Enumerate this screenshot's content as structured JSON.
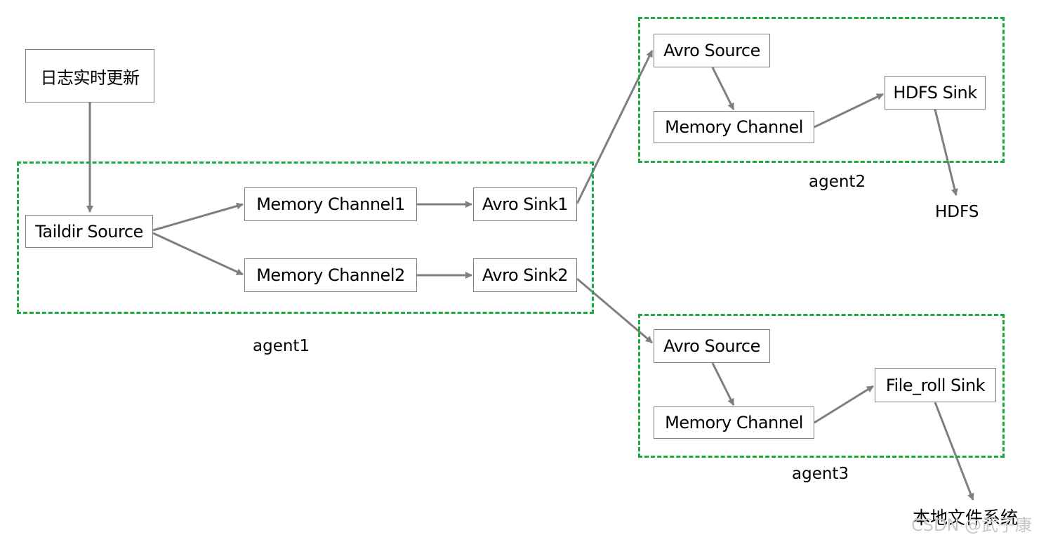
{
  "nodes": {
    "log_update": "日志实时更新",
    "taildir_source": "Taildir Source",
    "memory_channel1": "Memory Channel1",
    "memory_channel2": "Memory Channel2",
    "avro_sink1": "Avro Sink1",
    "avro_sink2": "Avro Sink2",
    "agent2_avro_source": "Avro Source",
    "agent2_memory_channel": "Memory Channel",
    "hdfs_sink": "HDFS Sink",
    "agent3_avro_source": "Avro Source",
    "agent3_memory_channel": "Memory Channel",
    "file_roll_sink": "File_roll Sink"
  },
  "endpoints": {
    "hdfs": "HDFS",
    "local_fs": "本地文件系统"
  },
  "groups": {
    "agent1": "agent1",
    "agent2": "agent2",
    "agent3": "agent3"
  },
  "watermark": "CSDN @武子康",
  "colors": {
    "group_border": "#1aab40",
    "arrow": "#7f7f7f",
    "node_border": "#7f7f7f"
  }
}
